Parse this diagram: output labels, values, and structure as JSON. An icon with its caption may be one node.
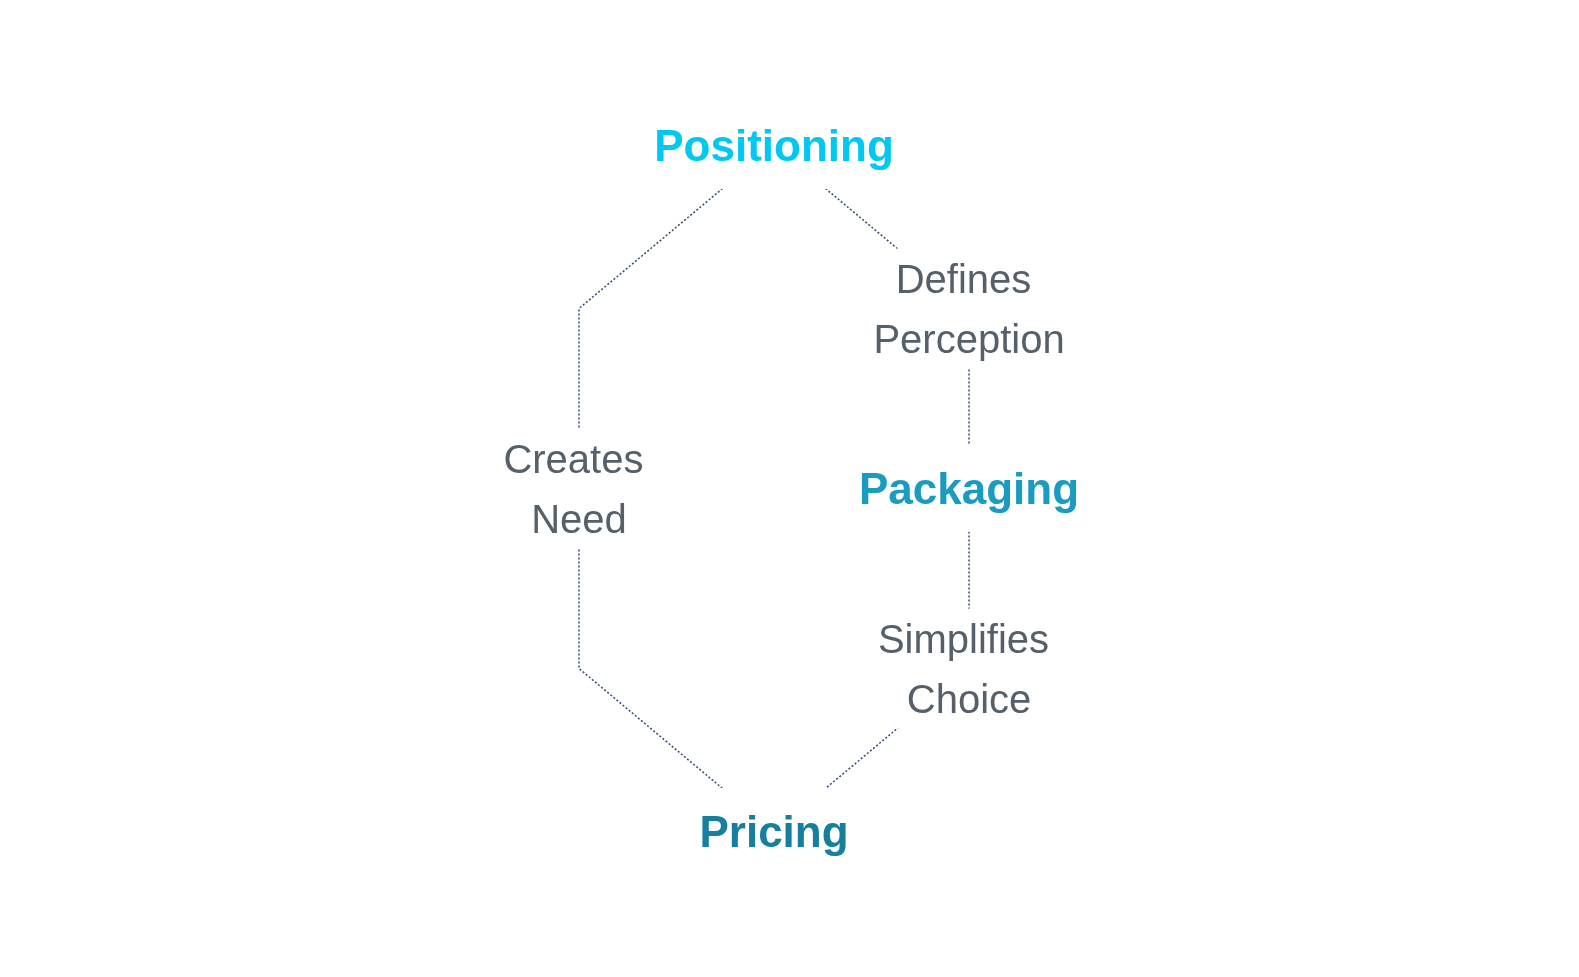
{
  "diagram": {
    "nodes": [
      {
        "text": [
          "Positioning"
        ]
      },
      {
        "text": [
          "Packaging"
        ]
      },
      {
        "text": [
          "Pricing"
        ]
      }
    ],
    "edges": [
      {
        "from": 0,
        "to": 1,
        "arrow": "none",
        "style": "dashed",
        "label": "Defines Perception"
      },
      {
        "from": 0,
        "to": 2,
        "arrow": "none",
        "style": "dashed",
        "label": "Creates Need"
      },
      {
        "from": 1,
        "to": 2,
        "arrow": "none",
        "style": "dashed",
        "label": "Simplifies Choice"
      }
    ]
  }
}
